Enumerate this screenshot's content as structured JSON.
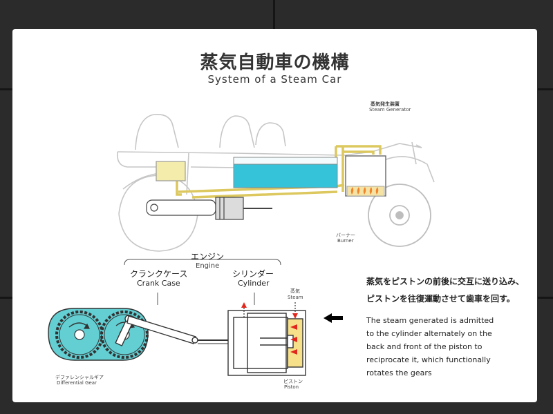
{
  "title": {
    "ja": "蒸気自動車の機構",
    "en": "System of a Steam Car"
  },
  "labels": {
    "steam_generator_ja": "蒸気発生装置",
    "steam_generator_en": "Steam Generator",
    "burner_ja": "バーナー",
    "burner_en": "Burner",
    "engine_ja": "エンジン",
    "engine_en": "Engine",
    "crank_case_ja": "クランクケース",
    "crank_case_en": "Crank Case",
    "cylinder_ja": "シリンダー",
    "cylinder_en": "Cylinder",
    "steam_ja": "蒸気",
    "steam_en": "Steam",
    "piston_ja": "ピストン",
    "piston_en": "Piston",
    "diff_gear_ja": "デファレンシャルギア",
    "diff_gear_en": "Differential Gear"
  },
  "description": {
    "ja_line1": "蒸気をピストンの前後に交互に送り込み、",
    "ja_line2": "ピストンを往復運動させて歯車を回す。",
    "en_line1": "The steam generated is admitted",
    "en_line2": "to the cylinder alternately on the",
    "en_line3": "back and front of the piston to",
    "en_line4": "reciprocate it, which functionally",
    "en_line5": "rotates the gears"
  },
  "colors": {
    "panel": "#ffffff",
    "water": "#35c3da",
    "fuel_tank": "#f3ecaa",
    "steam_pipe": "#e6d36a",
    "gear_fill": "#63cfd3",
    "flame": "#f0852a",
    "car_outline": "#c9c9c9"
  }
}
